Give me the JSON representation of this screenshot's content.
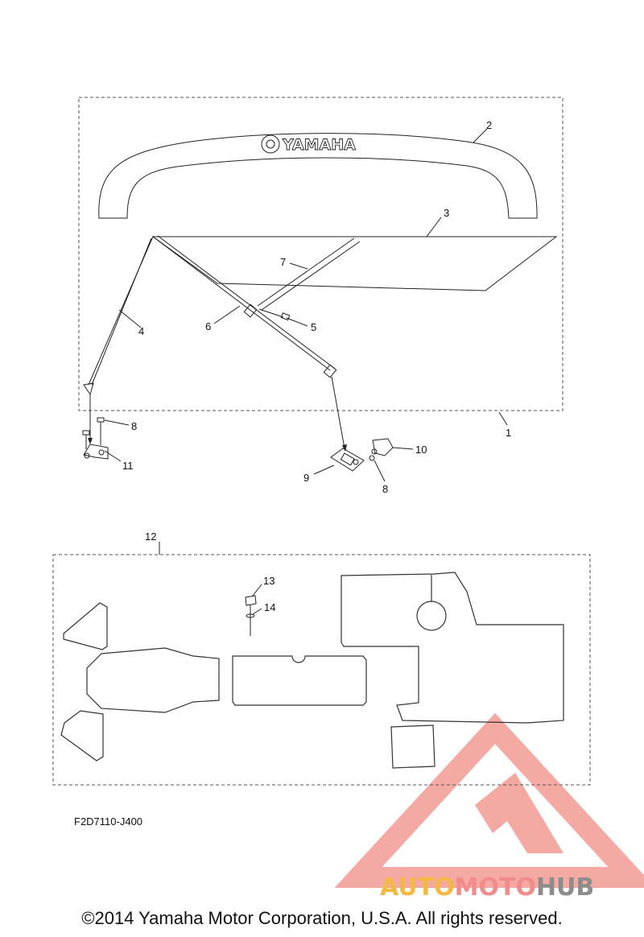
{
  "diagram": {
    "brand_text": "YAMAHA",
    "callouts": {
      "c1": "1",
      "c2": "2",
      "c3": "3",
      "c4": "4",
      "c5": "5",
      "c6": "6",
      "c7": "7",
      "c8a": "8",
      "c8b": "8",
      "c9": "9",
      "c10": "10",
      "c11": "11",
      "c12": "12",
      "c13": "13",
      "c14": "14"
    },
    "diagram_code": "F2D7110-J400"
  },
  "footer": {
    "copyright": "©2014 Yamaha Motor Corporation, U.S.A. All rights reserved."
  },
  "watermark": {
    "part1": "AUTO",
    "part2": "MOTO",
    "part3": "HUB",
    "color_auto": "#f4b942",
    "color_moto": "#f28c8c",
    "color_hub": "#8c8c8c",
    "logo_color": "#f4a09a"
  }
}
